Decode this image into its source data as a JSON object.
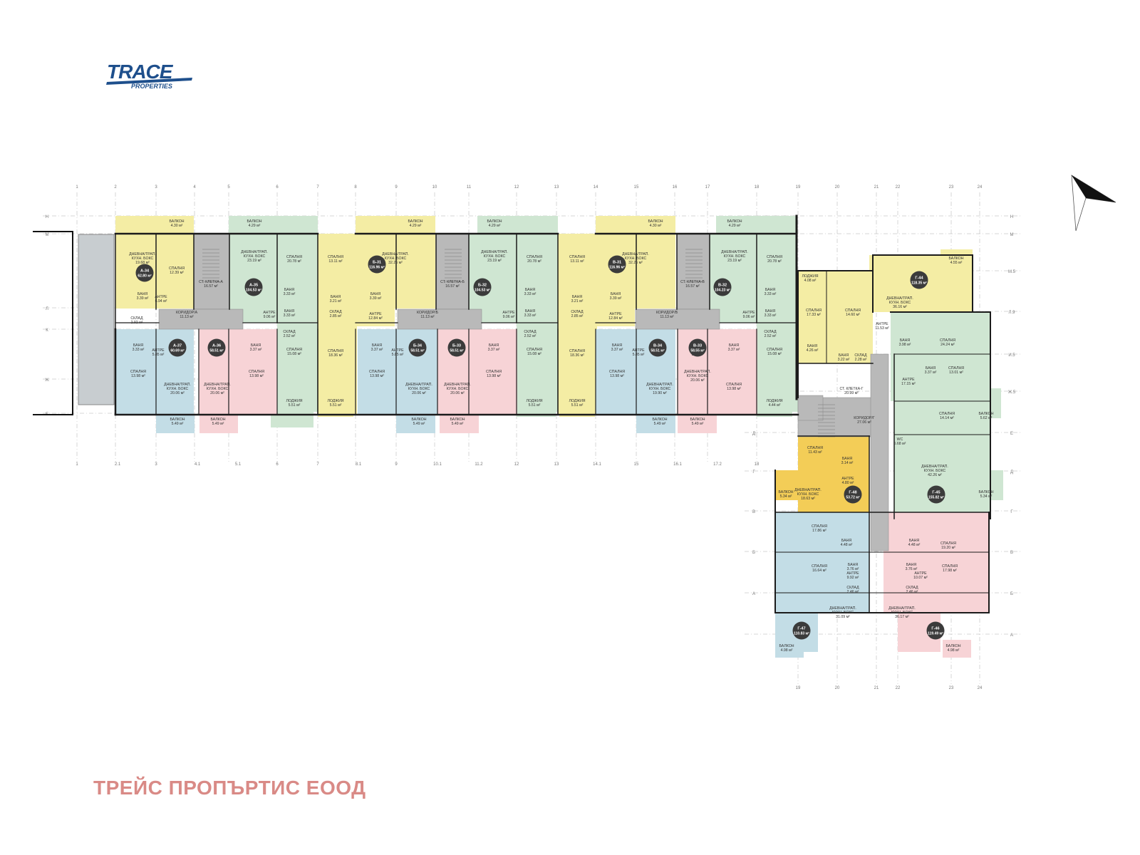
{
  "logo": {
    "main": "TRACE",
    "sub": "PROPERTIES"
  },
  "company": "ТРЕЙС ПРОПЪРТИС ЕООД",
  "colors": {
    "yellow": "#f4eda4",
    "green": "#cfe6d2",
    "blue": "#c3dde6",
    "pink": "#f7d3d6",
    "orange": "#f3cd57",
    "core": "#b9b9b9",
    "wall": "#1b1b1b",
    "axis": "#9a9a9a",
    "brand": "#1e4f8c",
    "company": "#d98a86"
  },
  "axes_top": [
    "1",
    "2",
    "3",
    "4",
    "5",
    "6",
    "7",
    "8",
    "9",
    "10",
    "11",
    "12",
    "13",
    "14",
    "15",
    "16",
    "17",
    "18",
    "19",
    "20",
    "21",
    "22",
    "23",
    "24"
  ],
  "axes_bottom_left": [
    "1",
    "2.1",
    "3",
    "4.1",
    "5.1",
    "6",
    "7",
    "8.1",
    "9",
    "10.1",
    "11.2",
    "12",
    "13",
    "14.1",
    "15",
    "16.1",
    "17.2",
    "18"
  ],
  "axes_bottom_right": [
    "19",
    "20",
    "21",
    "22",
    "23",
    "24"
  ],
  "axes_left": [
    "Н",
    "М",
    "Л",
    "К",
    "Ж",
    "Е",
    "Д",
    "Г",
    "В",
    "Б",
    "А"
  ],
  "axes_right": [
    "Н",
    "М",
    "М.5",
    "Л.9",
    "И.5",
    "Ж.5",
    "Е",
    "Д",
    "Г",
    "В",
    "Б",
    "А"
  ],
  "units": [
    {
      "id": "А-34",
      "area": "62.80 м²"
    },
    {
      "id": "А-35",
      "area": "104.53 м²"
    },
    {
      "id": "А-37",
      "area": "60.69 м²"
    },
    {
      "id": "А-36",
      "area": "58.51 м²"
    },
    {
      "id": "Б-31",
      "area": "116.96 м²"
    },
    {
      "id": "Б-32",
      "area": "104.53 м²"
    },
    {
      "id": "Б-34",
      "area": "58.51 м²"
    },
    {
      "id": "Б-33",
      "area": "58.51 м²"
    },
    {
      "id": "В-31",
      "area": "116.96 м²"
    },
    {
      "id": "В-32",
      "area": "104.23 м²"
    },
    {
      "id": "В-34",
      "area": "58.51 м²"
    },
    {
      "id": "В-33",
      "area": "58.55 м²"
    },
    {
      "id": "Г-44",
      "area": "118.35 м²"
    },
    {
      "id": "Г-45",
      "area": "155.82 м²"
    },
    {
      "id": "Г-48",
      "area": "53.72 м²"
    },
    {
      "id": "Г-47",
      "area": "110.83 м²"
    },
    {
      "id": "Г-46",
      "area": "119.49 м²"
    }
  ],
  "rooms": [
    {
      "t": "БАЛКОН",
      "v": "4.30 м²"
    },
    {
      "t": "ДНЕВНА/ТРАП. КУХН. БОКС",
      "v": "19.68 м²"
    },
    {
      "t": "СПАЛНЯ",
      "v": "12.39 м²"
    },
    {
      "t": "БАНЯ",
      "v": "3.39 м²"
    },
    {
      "t": "АНТРЕ",
      "v": "6.94 м²"
    },
    {
      "t": "СКЛАД",
      "v": "2.92 м²"
    },
    {
      "t": "СТ. КЛЕТКА-А",
      "v": "16.57 м²"
    },
    {
      "t": "КОРИДОР/А",
      "v": "11.13 м²"
    },
    {
      "t": "БАЛКОН",
      "v": "4.29 м²"
    },
    {
      "t": "ДНЕВНА/ТРАП. КУХН. БОКС",
      "v": "23.19 м²"
    },
    {
      "t": "СПАЛНЯ",
      "v": "20.78 м²"
    },
    {
      "t": "БАНЯ",
      "v": "3.33 м²"
    },
    {
      "t": "БАНЯ",
      "v": "3.33 м²"
    },
    {
      "t": "АНТРЕ",
      "v": "9.06 м²"
    },
    {
      "t": "СКЛАД",
      "v": "2.52 м²"
    },
    {
      "t": "СПАЛНЯ",
      "v": "15.08 м²"
    },
    {
      "t": "ЛОДЖИЯ",
      "v": "5.51 м²"
    },
    {
      "t": "БАНЯ",
      "v": "3.33 м²"
    },
    {
      "t": "АНТРЕ",
      "v": "5.85 м²"
    },
    {
      "t": "СПАЛНЯ",
      "v": "13.98 м²"
    },
    {
      "t": "ДНЕВНА/ТРАП. КУХН. БОКС",
      "v": "20.06 м²"
    },
    {
      "t": "БАЛКОН",
      "v": "5.49 м²"
    },
    {
      "t": "АНТРЕ",
      "v": "5.85 м²"
    },
    {
      "t": "БАНЯ",
      "v": "3.37 м²"
    },
    {
      "t": "ДНЕВНА/ТРАП. КУХН. БОКС",
      "v": "20.06 м²"
    },
    {
      "t": "СПАЛНЯ",
      "v": "13.98 м²"
    },
    {
      "t": "БАЛКОН",
      "v": "5.49 м²"
    },
    {
      "t": "СПАЛНЯ",
      "v": "13.11 м²"
    },
    {
      "t": "БАНЯ",
      "v": "3.21 м²"
    },
    {
      "t": "СКЛАД",
      "v": "2.85 м²"
    },
    {
      "t": "СПАЛНЯ",
      "v": "18.36 м²"
    },
    {
      "t": "ЛОДЖИЯ",
      "v": "5.51 м²"
    },
    {
      "t": "БАЛКОН",
      "v": "4.29 м²"
    },
    {
      "t": "ДНЕВНА/ТРАП. КУХН. БОКС",
      "v": "32.26 м²"
    },
    {
      "t": "БАНЯ",
      "v": "3.39 м²"
    },
    {
      "t": "АНТРЕ",
      "v": "12.84 м²"
    },
    {
      "t": "СТ. КЛЕТКА-Б",
      "v": "16.57 м²"
    },
    {
      "t": "КОРИДОР/Б",
      "v": "11.13 м²"
    },
    {
      "t": "БАЛКОН",
      "v": "4.29 м²"
    },
    {
      "t": "ДНЕВНА/ТРАП. КУХН. БОКС",
      "v": "23.19 м²"
    },
    {
      "t": "СПАЛНЯ",
      "v": "20.78 м²"
    },
    {
      "t": "БАНЯ",
      "v": "3.33 м²"
    },
    {
      "t": "БАНЯ",
      "v": "3.33 м²"
    },
    {
      "t": "АНТРЕ",
      "v": "9.06 м²"
    },
    {
      "t": "СКЛАД",
      "v": "2.52 м²"
    },
    {
      "t": "СПАЛНЯ",
      "v": "15.08 м²"
    },
    {
      "t": "ЛОДЖИЯ",
      "v": "5.51 м²"
    },
    {
      "t": "БАНЯ",
      "v": "3.37 м²"
    },
    {
      "t": "АНТРЕ",
      "v": "5.85 м²"
    },
    {
      "t": "СПАЛНЯ",
      "v": "13.98 м²"
    },
    {
      "t": "ДНЕВНА/ТРАП. КУХН. БОКС",
      "v": "20.06 м²"
    },
    {
      "t": "БАЛКОН",
      "v": "5.49 м²"
    },
    {
      "t": "АНТРЕ",
      "v": "5.85 м²"
    },
    {
      "t": "БАНЯ",
      "v": "3.37 м²"
    },
    {
      "t": "ДНЕВНА/ТРАП. КУХН. БОКС",
      "v": "20.06 м²"
    },
    {
      "t": "СПАЛНЯ",
      "v": "13.98 м²"
    },
    {
      "t": "БАЛКОН",
      "v": "5.49 м²"
    },
    {
      "t": "СПАЛНЯ",
      "v": "13.11 м²"
    },
    {
      "t": "БАНЯ",
      "v": "3.21 м²"
    },
    {
      "t": "СКЛАД",
      "v": "2.85 м²"
    },
    {
      "t": "СПАЛНЯ",
      "v": "18.36 м²"
    },
    {
      "t": "ЛОДЖИЯ",
      "v": "5.51 м²"
    },
    {
      "t": "БАЛКОН",
      "v": "4.30 м²"
    },
    {
      "t": "ДНЕВНА/ТРАП. КУХН. БОКС",
      "v": "32.26 м²"
    },
    {
      "t": "БАНЯ",
      "v": "3.39 м²"
    },
    {
      "t": "АНТРЕ",
      "v": "12.84 м²"
    },
    {
      "t": "СТ. КЛЕТКА-В",
      "v": "16.57 м²"
    },
    {
      "t": "КОРИДОР/В",
      "v": "11.13 м²"
    },
    {
      "t": "БАЛКОН",
      "v": "4.29 м²"
    },
    {
      "t": "ДНЕВНА/ТРАП. КУХН. БОКС",
      "v": "23.19 м²"
    },
    {
      "t": "СПАЛНЯ",
      "v": "20.78 м²"
    },
    {
      "t": "БАНЯ",
      "v": "3.33 м²"
    },
    {
      "t": "БАНЯ",
      "v": "3.33 м²"
    },
    {
      "t": "АНТРЕ",
      "v": "9.06 м²"
    },
    {
      "t": "СКЛАД",
      "v": "2.52 м²"
    },
    {
      "t": "СПАЛНЯ",
      "v": "15.08 м²"
    },
    {
      "t": "ЛОДЖИЯ",
      "v": "4.44 м²"
    },
    {
      "t": "БАНЯ",
      "v": "3.37 м²"
    },
    {
      "t": "АНТРЕ",
      "v": "5.85 м²"
    },
    {
      "t": "СПАЛНЯ",
      "v": "13.98 м²"
    },
    {
      "t": "ДНЕВНА/ТРАП. КУХН. БОКС",
      "v": "19.90 м²"
    },
    {
      "t": "БАЛКОН",
      "v": "5.49 м²"
    },
    {
      "t": "АНТРЕ",
      "v": "5.85 м²"
    },
    {
      "t": "БАНЯ",
      "v": "3.37 м²"
    },
    {
      "t": "ДНЕВНА/ТРАП. КУХН. БОКС",
      "v": "20.06 м²"
    },
    {
      "t": "СПАЛНЯ",
      "v": "13.98 м²"
    },
    {
      "t": "БАЛКОН",
      "v": "5.49 м²"
    },
    {
      "t": "ЛОДЖИЯ",
      "v": "4.08 м²"
    },
    {
      "t": "СПАЛНЯ",
      "v": "17.33 м²"
    },
    {
      "t": "СПАЛНЯ",
      "v": "14.60 м²"
    },
    {
      "t": "БАНЯ",
      "v": "4.26 м²"
    },
    {
      "t": "БАНЯ",
      "v": "3.22 м²"
    },
    {
      "t": "СКЛАД",
      "v": "2.28 м²"
    },
    {
      "t": "АНТРЕ",
      "v": "11.53 м²"
    },
    {
      "t": "БАЛКОН",
      "v": "4.55 м²"
    },
    {
      "t": "ДНЕВНА/ТРАП. КУХН. БОКС",
      "v": "36.16 м²"
    },
    {
      "t": "СТ. КЛЕТКА-Г",
      "v": "20.99 м²"
    },
    {
      "t": "КОРИДОР/Г",
      "v": "27.06 м²"
    },
    {
      "t": "БАНЯ",
      "v": "3.98 м²"
    },
    {
      "t": "СПАЛНЯ",
      "v": "24.24 м²"
    },
    {
      "t": "БАНЯ",
      "v": "3.37 м²"
    },
    {
      "t": "СПАЛНЯ",
      "v": "13.01 м²"
    },
    {
      "t": "АНТРЕ",
      "v": "17.15 м²"
    },
    {
      "t": "СПАЛНЯ",
      "v": "14.14 м²"
    },
    {
      "t": "БАЛКОН",
      "v": "5.62 м²"
    },
    {
      "t": "WC",
      "v": "5.68 м²"
    },
    {
      "t": "ДНЕВНА/ТРАП. КУХН. БОКС",
      "v": "42.26 м²"
    },
    {
      "t": "БАЛКОН",
      "v": "5.34 м²"
    },
    {
      "t": "СПАЛНЯ",
      "v": "11.43 м²"
    },
    {
      "t": "БАНЯ",
      "v": "3.14 м²"
    },
    {
      "t": "АНТРЕ",
      "v": "4.80 м²"
    },
    {
      "t": "ДНЕВНА/ТРАП. КУХН. БОКС",
      "v": "18.63 м²"
    },
    {
      "t": "БАЛКОН",
      "v": "5.34 м²"
    },
    {
      "t": "СПАЛНЯ",
      "v": "17.86 м²"
    },
    {
      "t": "БАНЯ",
      "v": "4.48 м²"
    },
    {
      "t": "СПАЛНЯ",
      "v": "16.64 м²"
    },
    {
      "t": "БАНЯ",
      "v": "3.76 м²"
    },
    {
      "t": "АНТРЕ",
      "v": "9.92 м²"
    },
    {
      "t": "СКЛАД",
      "v": "2.46 м²"
    },
    {
      "t": "ДНЕВНА/ТРАП. КУХН. БОКС",
      "v": "31.09 м²"
    },
    {
      "t": "БАЛКОН",
      "v": "4.98 м²"
    },
    {
      "t": "БАНЯ",
      "v": "4.48 м²"
    },
    {
      "t": "СПАЛНЯ",
      "v": "19.20 м²"
    },
    {
      "t": "БАНЯ",
      "v": "3.76 м²"
    },
    {
      "t": "АНТРЕ",
      "v": "10.07 м²"
    },
    {
      "t": "СПАЛНЯ",
      "v": "17.98 м²"
    },
    {
      "t": "СКЛАД",
      "v": "2.46 м²"
    },
    {
      "t": "ДНЕВНА/ТРАП. КУХН. БОКС",
      "v": "36.17 м²"
    },
    {
      "t": "БАЛКОН",
      "v": "4.98 м²"
    }
  ]
}
